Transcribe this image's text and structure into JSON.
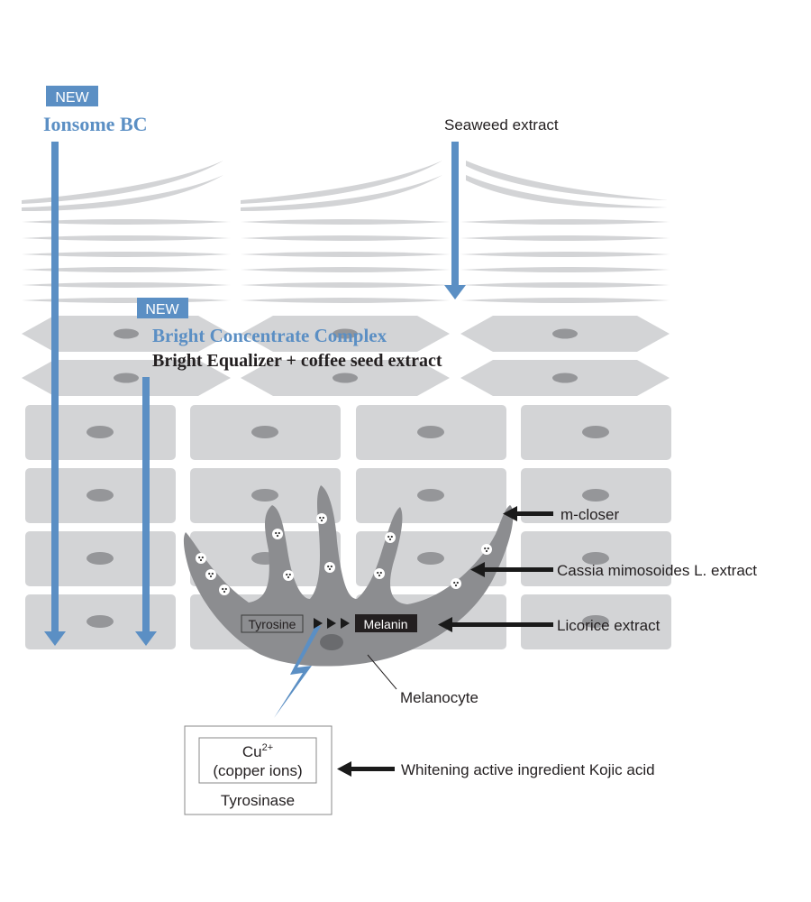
{
  "colors": {
    "background": "#ffffff",
    "cell": "#d3d4d6",
    "nucleus": "#959699",
    "melanocyte": "#8c8d90",
    "accent_blue": "#5b8fc4",
    "arrow_black": "#1a1a1a",
    "text": "#231f20",
    "box_border": "#888888"
  },
  "labels": {
    "ionsome": {
      "badge": "NEW",
      "title": "Ionsome BC"
    },
    "bright_complex": {
      "badge": "NEW",
      "title": "Bright Concentrate Complex",
      "subtitle": "Bright Equalizer + coffee seed extract"
    },
    "seaweed": "Seaweed extract",
    "m_closer": "m-closer",
    "cassia": "Cassia mimosoides L. extract",
    "licorice": "Licorice extract",
    "melanocyte": "Melanocyte",
    "tyrosine": "Tyrosine",
    "melanin": "Melanin",
    "cu_base": "Cu",
    "cu_sup": "2+",
    "copper_ions": "(copper ions)",
    "tyrosinase": "Tyrosinase",
    "kojic": "Whitening active ingredient Kojic acid"
  },
  "icons": {
    "down_arrow": "blue-down-arrow-icon",
    "left_arrow": "black-left-arrow-icon",
    "lightning": "blue-lightning-bolt-icon",
    "melanosome": "melanosome-dot-icon",
    "reaction_arrows": "triangle-right-icon"
  }
}
